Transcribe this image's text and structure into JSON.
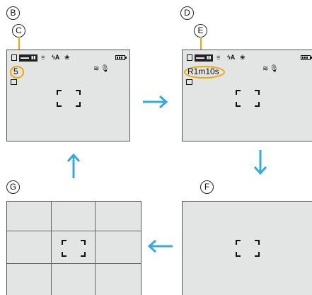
{
  "labels": {
    "b": "B",
    "c": "C",
    "d": "D",
    "e": "E",
    "f": "F",
    "g": "G"
  },
  "screen_b": {
    "shots_remaining": "5"
  },
  "screen_d": {
    "recording_time": "R1m10s"
  },
  "arrows": {
    "right": "→",
    "down": "↓",
    "left": "←",
    "up": "↑"
  },
  "icons": {
    "status_row": [
      "card-icon",
      "quality-badge-icon",
      "picture-size-badge-icon",
      "quality-icon",
      "flash-auto-icon",
      "stabilizer-icon",
      "battery-icon"
    ],
    "secondary": [
      "wind-icon",
      "mic-icon",
      "recording-mode-icon"
    ]
  },
  "colors": {
    "screen_bg": "#e3e4e4",
    "highlight": "#f0a800",
    "arrow": "#35aadd",
    "border": "#555555"
  }
}
